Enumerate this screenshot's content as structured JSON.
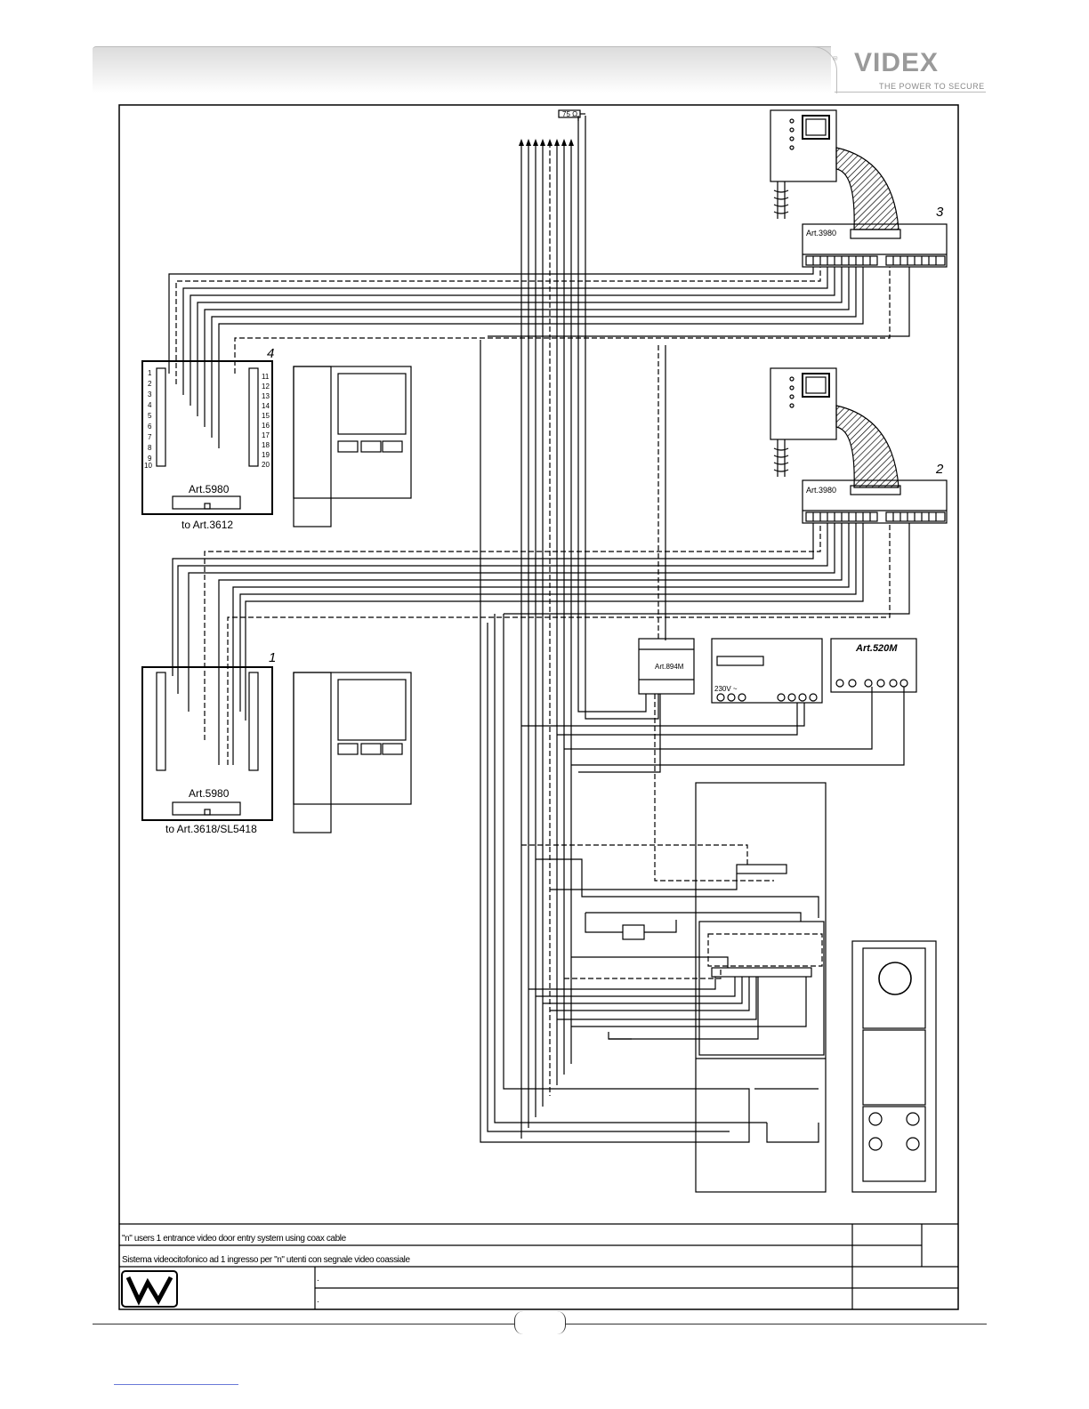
{
  "header": {
    "brand": "VIDEX",
    "tagline": "THE POWER TO SECURE"
  },
  "labels": {
    "resistor": "75 Ω",
    "monitor_3_num": "3",
    "monitor_2_num": "2",
    "monitor_4_num": "4",
    "monitor_1_num": "1",
    "art3980_top": "Art.3980",
    "art3980_mid": "Art.3980",
    "art5980_top": "Art.5980",
    "art5980_top_to": "to Art.3612",
    "art5980_bot": "Art.5980",
    "art5980_bot_to": "to Art.3618/SL5418",
    "art894m": "Art.894M",
    "art520m": "Art.520M",
    "psu_voltage": "230V ~",
    "term_left": [
      "1",
      "2",
      "3",
      "4",
      "5",
      "6",
      "7",
      "8",
      "9",
      "10"
    ],
    "term_right": [
      "11",
      "12",
      "13",
      "14",
      "15",
      "16",
      "17",
      "18",
      "19",
      "20"
    ]
  },
  "title_block": {
    "title_en": "\"n\" users 1 entrance video door entry system using coax cable",
    "title_it": "Sistema videocitofonico ad 1 ingresso per \"n\" utenti con segnale video coassiale",
    "dot1": ".",
    "dot2": "."
  }
}
